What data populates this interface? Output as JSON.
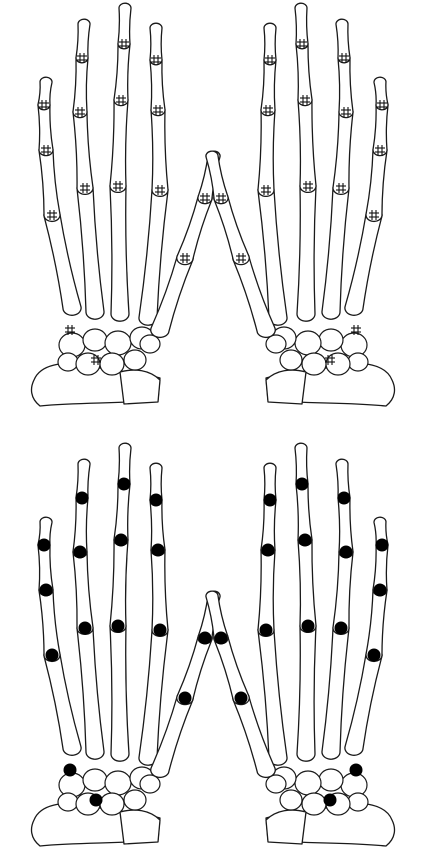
{
  "figure": {
    "panels": [
      {
        "id": "top-left",
        "side": "left",
        "marker": "hash",
        "view": "posterior-anterior"
      },
      {
        "id": "top-right",
        "side": "right",
        "marker": "hash",
        "view": "posterior-anterior"
      },
      {
        "id": "bottom-left",
        "side": "left",
        "marker": "dot",
        "view": "posterior-anterior"
      },
      {
        "id": "bottom-right",
        "side": "right",
        "marker": "dot",
        "view": "posterior-anterior"
      }
    ],
    "marker_count_per_hand": 16,
    "colors": {
      "outline": "#1a1a1a",
      "marker": "#000000",
      "background": "#ffffff"
    }
  }
}
